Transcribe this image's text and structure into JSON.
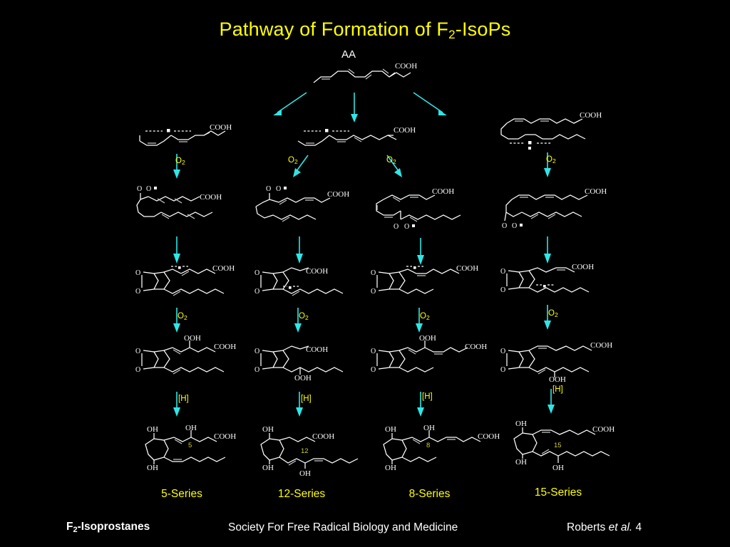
{
  "slide": {
    "title_main": "Pathway of Formation of F",
    "title_sub": "2",
    "title_tail": "-IsoPs",
    "background": "#000000",
    "accent_yellow": "#ffff00",
    "accent_cyan": "#2ee6e6",
    "structure_white": "#ffffff"
  },
  "substrate": {
    "label": "AA",
    "acid_group": "COOH"
  },
  "arrow_labels": {
    "o2": "O",
    "o2_sub": "2",
    "h": "[H]"
  },
  "atom_labels": {
    "cooh": "COOH",
    "ooh": "OOH",
    "oh": "OH",
    "o": "O",
    "peroxyl_o": "O",
    "peroxyl_o2": "O"
  },
  "columns": [
    {
      "series_label": "5-Series",
      "position_number": "5",
      "radical_row_label": "COOH",
      "peroxyl_label": "O O",
      "hydroperoxide_label": "OOH",
      "product_hydroxyls": [
        "OH",
        "OH",
        "OH"
      ]
    },
    {
      "series_label": "12-Series",
      "position_number": "12",
      "radical_row_label": "COOH",
      "peroxyl_label": "O O",
      "hydroperoxide_label": "OOH",
      "product_hydroxyls": [
        "OH",
        "OH",
        "OH"
      ]
    },
    {
      "series_label": "8-Series",
      "position_number": "8",
      "radical_row_label": "COOH",
      "peroxyl_label": "O O",
      "hydroperoxide_label": "OOH",
      "product_hydroxyls": [
        "OH",
        "OH",
        "OH"
      ]
    },
    {
      "series_label": "15-Series",
      "position_number": "15",
      "radical_row_label": "COOH",
      "peroxyl_label": "O O",
      "hydroperoxide_label": "OOH",
      "product_hydroxyls": [
        "OH",
        "OH",
        "OH"
      ]
    }
  ],
  "footer": {
    "left_main": "F",
    "left_sub": "2",
    "left_tail": "-Isoprostanes",
    "center": "Society For Free Radical Biology and Medicine",
    "right_name": "Roberts ",
    "right_italic": "et al.",
    "right_page": " 4"
  }
}
